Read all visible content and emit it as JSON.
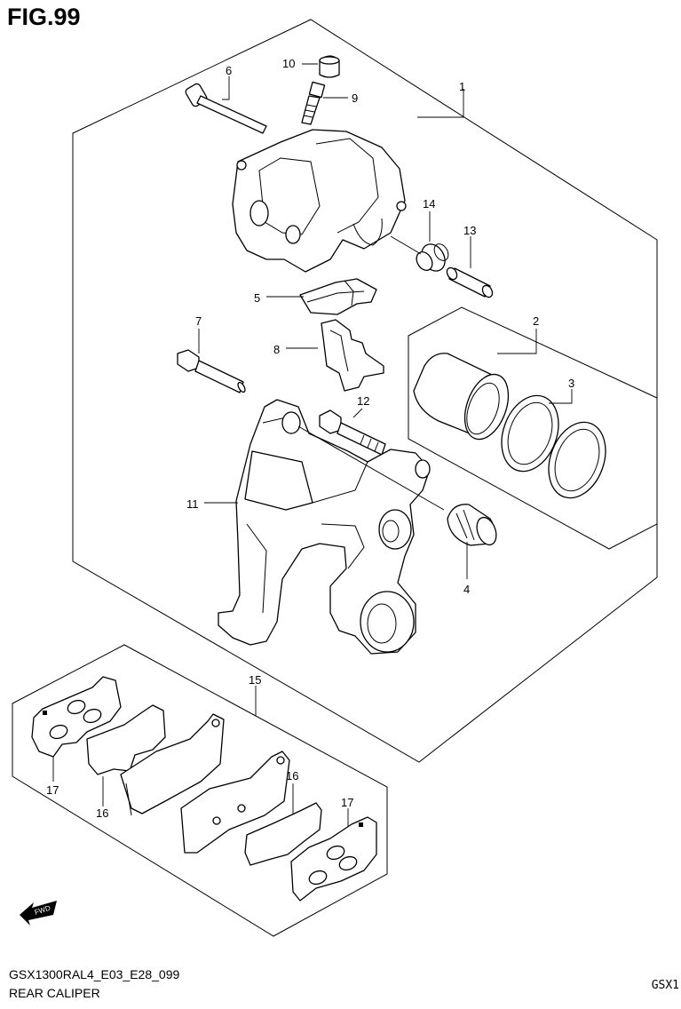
{
  "figure": {
    "title": "FIG.99"
  },
  "callouts": {
    "c1": "1",
    "c2": "2",
    "c3": "3",
    "c4": "4",
    "c5": "5",
    "c6": "6",
    "c7": "7",
    "c8": "8",
    "c9": "9",
    "c10": "10",
    "c11": "11",
    "c12": "12",
    "c13": "13",
    "c14": "14",
    "c15": "15",
    "c16a": "16",
    "c16b": "16",
    "c17a": "17",
    "c17b": "17"
  },
  "fwd_label": "FWD",
  "footer": {
    "code": "GSX1300RAL4_E03_E28_099",
    "name": "REAR CALIPER",
    "model": "GSX1"
  }
}
